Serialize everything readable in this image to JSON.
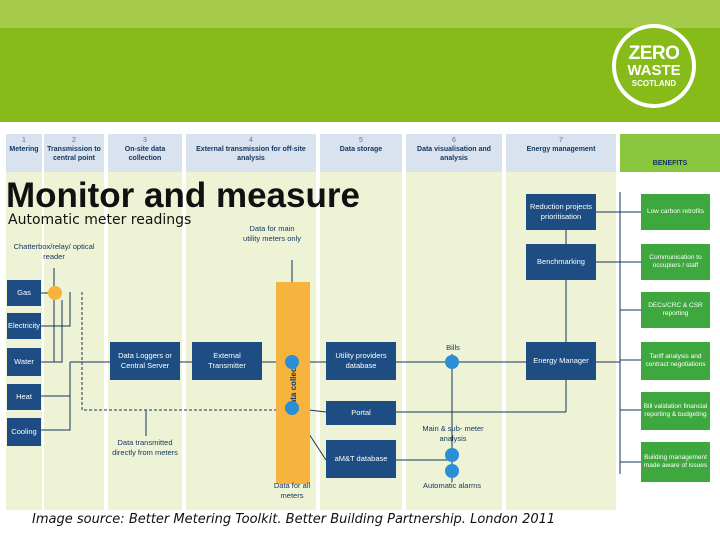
{
  "logo": {
    "line1": "ZERO",
    "line2": "WASTE",
    "line3": "SCOTLAND"
  },
  "heading": {
    "title": "Monitor and measure",
    "subtitle": "Automatic meter readings"
  },
  "stages": [
    {
      "num": "1",
      "label": "Metering"
    },
    {
      "num": "2",
      "label": "Transmission to central point"
    },
    {
      "num": "3",
      "label": "On-site data collection"
    },
    {
      "num": "4",
      "label": "External transmission for off-site analysis"
    },
    {
      "num": "5",
      "label": "Data storage"
    },
    {
      "num": "6",
      "label": "Data visualisation and analysis"
    },
    {
      "num": "7",
      "label": "Energy management"
    }
  ],
  "benefits_header": "BENEFITS",
  "meters": [
    "Gas",
    "Electricity",
    "Water",
    "Heat",
    "Cooling"
  ],
  "boxes": {
    "data_loggers": "Data Loggers or Central Server",
    "external_transmitter": "External Transmitter",
    "utility_db": "Utility providers database",
    "portal": "Portal",
    "amt_db": "aM&T database",
    "reduction": "Reduction projects prioritisation",
    "benchmarking": "Benchmarking",
    "energy_manager": "Energy Manager"
  },
  "labels": {
    "chatterbox": "Chatterbox/relay/ optical reader",
    "data_main": "Data for main utility meters only",
    "data_transmitted": "Data transmitted directly from meters",
    "data_all": "Data for all meters",
    "bills": "Bills",
    "main_sub": "Main & sub- meter analysis",
    "alarms": "Automatic alarms",
    "collector": "Data collector"
  },
  "benefits": [
    "Low carbon retrofits",
    "Communication to occupiers / staff",
    "DECs/CRC & CSR reporting",
    "Tariff analysis and contract negotiations",
    "Bill validation financial reporting & budgeting",
    "Building management made aware of issues"
  ],
  "caption": "Image source: Better Metering Toolkit. Better Building Partnership. London 2011",
  "colors": {
    "banner": "#86bb1a",
    "box": "#1d4d83",
    "benefit": "#3ea83e",
    "collector": "#f6b33e",
    "dot": "#2a8fd6"
  }
}
